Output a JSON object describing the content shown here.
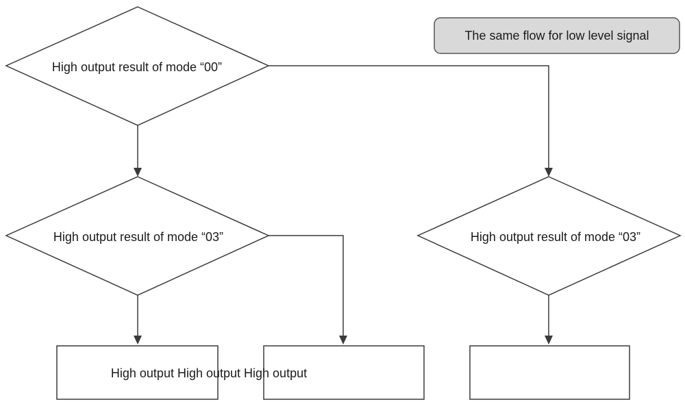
{
  "note": {
    "label": "The same flow for low level signal"
  },
  "decisions": {
    "mode_00": "High output result of mode “00”",
    "mode_03_left": "High output result of mode “03”",
    "mode_03_right": "High output result of mode “03”"
  },
  "outputs": {
    "overlap_label": "High output High output High output"
  }
}
